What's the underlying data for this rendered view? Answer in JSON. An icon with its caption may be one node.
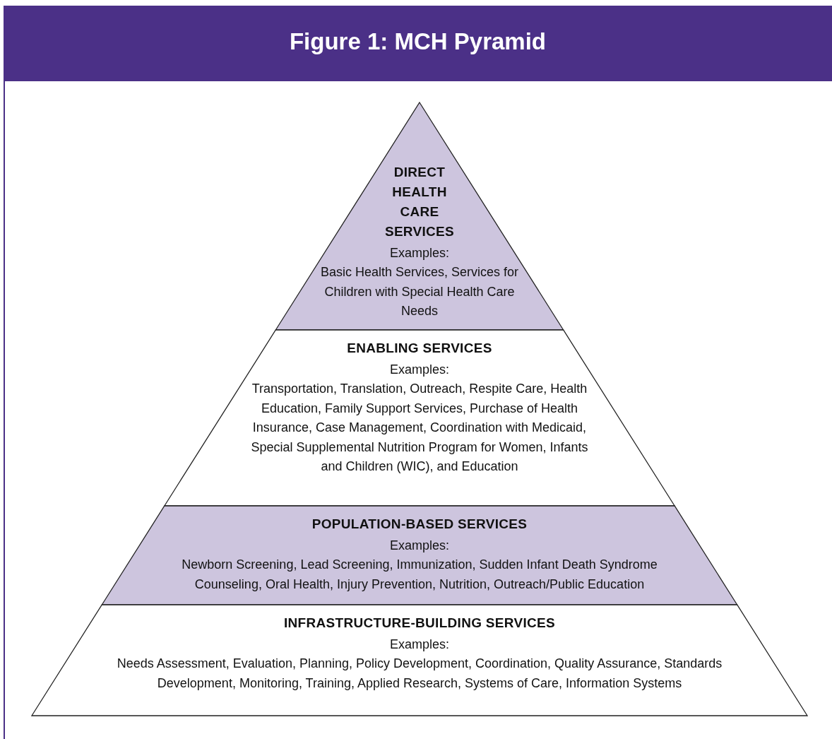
{
  "diagram": {
    "title": "Figure 1: MCH Pyramid",
    "nodes": [
      {
        "text": [
          "DIRECT HEALTH CARE SERVICES",
          "Examples:",
          "Basic Health Services, Services for Children with Special Health Care Needs"
        ]
      },
      {
        "text": [
          "ENABLING SERVICES",
          "Examples:",
          "Transportation, Translation, Outreach, Respite Care, Health Education, Family Support Services, Purchase of Health Insurance, Case Management, Coordination with Medicaid, Special Supplemental Nutrition Program for Women, Infants and Children (WIC), and Education"
        ]
      },
      {
        "text": [
          "POPULATION-BASED SERVICES",
          "Examples:",
          "Newborn Screening, Lead Screening, Immunization, Sudden Infant Death Syndrome Counseling, Oral Health, Injury Prevention, Nutrition, Outreach/Public Education"
        ]
      },
      {
        "text": [
          "INFRASTRUCTURE-BUILDING SERVICES",
          "Examples:",
          "Needs Assessment, Evaluation, Planning, Policy Development, Coordination, Quality Assurance, Standards Development, Monitoring, Training, Applied Research, Systems of Care, Information Systems"
        ]
      }
    ],
    "edges": []
  }
}
